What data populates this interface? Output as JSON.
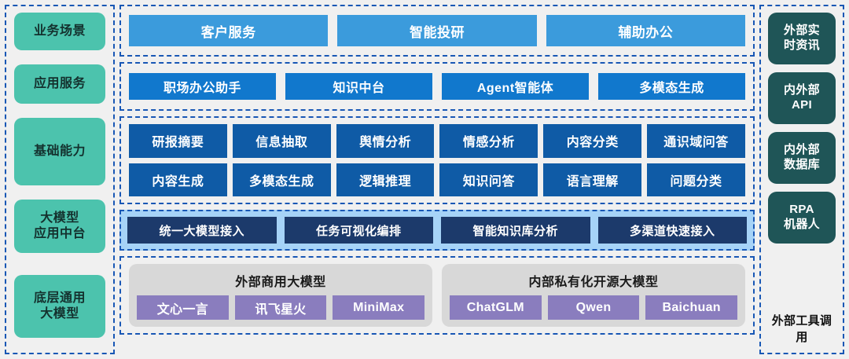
{
  "layers": [
    {
      "label": "业务场景"
    },
    {
      "label": "应用服务"
    },
    {
      "label": "基础能力"
    },
    {
      "label": "大模型\n应用中台"
    },
    {
      "label": "底层通用\n大模型"
    }
  ],
  "scenarios": {
    "items": [
      {
        "label": "客户服务"
      },
      {
        "label": "智能投研"
      },
      {
        "label": "辅助办公"
      }
    ]
  },
  "app_services": {
    "items": [
      {
        "label": "职场办公助手"
      },
      {
        "label": "知识中台"
      },
      {
        "label": "Agent智能体"
      },
      {
        "label": "多模态生成"
      }
    ]
  },
  "capabilities": {
    "row1": [
      {
        "label": "研报摘要"
      },
      {
        "label": "信息抽取"
      },
      {
        "label": "舆情分析"
      },
      {
        "label": "情感分析"
      },
      {
        "label": "内容分类"
      },
      {
        "label": "通识域问答"
      }
    ],
    "row2": [
      {
        "label": "内容生成"
      },
      {
        "label": "多模态生成"
      },
      {
        "label": "逻辑推理"
      },
      {
        "label": "知识问答"
      },
      {
        "label": "语言理解"
      },
      {
        "label": "问题分类"
      }
    ]
  },
  "platform": {
    "items": [
      {
        "label": "统一大模型接入"
      },
      {
        "label": "任务可视化编排"
      },
      {
        "label": "智能知识库分析"
      },
      {
        "label": "多渠道快速接入"
      }
    ]
  },
  "models": {
    "panels": [
      {
        "title": "外部商用大模型",
        "chips": [
          {
            "label": "文心一言"
          },
          {
            "label": "讯飞星火"
          },
          {
            "label": "MiniMax"
          }
        ]
      },
      {
        "title": "内部私有化开源大模型",
        "chips": [
          {
            "label": "ChatGLM"
          },
          {
            "label": "Qwen"
          },
          {
            "label": "Baichuan"
          }
        ]
      }
    ]
  },
  "tools": {
    "items": [
      {
        "label": "外部实\n时资讯"
      },
      {
        "label": "内外部\nAPI"
      },
      {
        "label": "内外部\n数据库"
      },
      {
        "label": "RPA\n机器人"
      }
    ],
    "caption": "外部工具调用"
  },
  "colors": {
    "background": "#f0f0f0",
    "dashed_border": "#1857b5",
    "layer_label": "#4cc3ad",
    "scenario_tile": "#3b9bdc",
    "app_tile": "#1178cd",
    "capability_tile": "#0f5ba6",
    "platform_band": "#a6d3f7",
    "platform_tile": "#1c3a6b",
    "model_panel": "#d8d8d8",
    "model_chip": "#8a7dbe",
    "tool_box": "#1f5557"
  }
}
